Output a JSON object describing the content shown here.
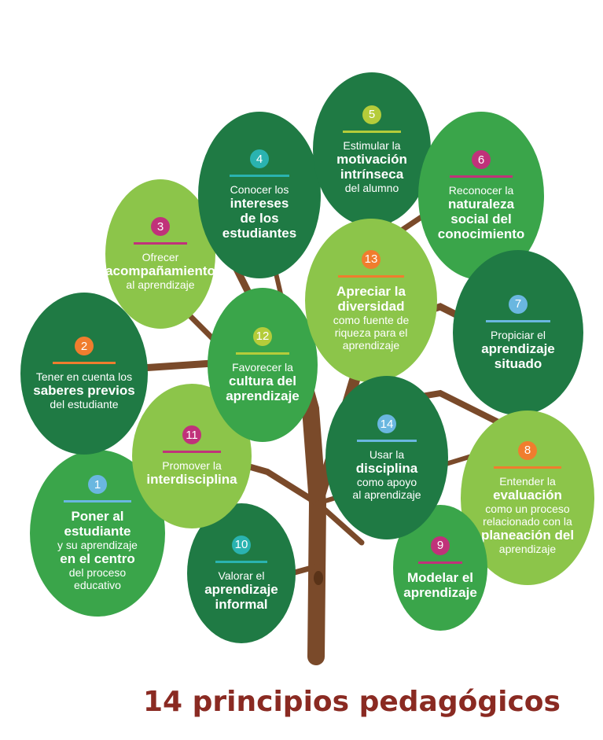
{
  "title": "14 principios pedagógicos",
  "colors": {
    "trunk": "#7a4a2a",
    "title": "#8a2a22"
  },
  "principles": [
    {
      "n": "1",
      "lines": [
        {
          "t": "Poner al estudiante",
          "b": true
        },
        {
          "t": "y su aprendizaje",
          "b": false
        },
        {
          "t": "en el centro",
          "b": true
        },
        {
          "t": "del proceso",
          "b": false
        },
        {
          "t": "educativo",
          "b": false
        }
      ],
      "badge": "#6ab7e0"
    },
    {
      "n": "2",
      "lines": [
        {
          "t": "Tener en cuenta los",
          "b": false
        },
        {
          "t": "saberes previos",
          "b": true
        },
        {
          "t": "del estudiante",
          "b": false
        }
      ],
      "badge": "#f07d2e"
    },
    {
      "n": "3",
      "lines": [
        {
          "t": "Ofrecer",
          "b": false
        },
        {
          "t": "acompañamiento",
          "b": true
        },
        {
          "t": "al aprendizaje",
          "b": false
        }
      ],
      "badge": "#c0327a"
    },
    {
      "n": "4",
      "lines": [
        {
          "t": "Conocer los",
          "b": false
        },
        {
          "t": "intereses",
          "b": true
        },
        {
          "t": "de los",
          "b": true
        },
        {
          "t": "estudiantes",
          "b": true
        }
      ],
      "badge": "#2ab3b0"
    },
    {
      "n": "5",
      "lines": [
        {
          "t": "Estimular la",
          "b": false
        },
        {
          "t": "motivación",
          "b": true
        },
        {
          "t": "intrínseca",
          "b": true
        },
        {
          "t": "del alumno",
          "b": false
        }
      ],
      "badge": "#b5cc3a"
    },
    {
      "n": "6",
      "lines": [
        {
          "t": "Reconocer la",
          "b": false
        },
        {
          "t": "naturaleza",
          "b": true
        },
        {
          "t": "social del",
          "b": true
        },
        {
          "t": "conocimiento",
          "b": true
        }
      ],
      "badge": "#c0327a"
    },
    {
      "n": "7",
      "lines": [
        {
          "t": "Propiciar el",
          "b": false
        },
        {
          "t": "aprendizaje",
          "b": true
        },
        {
          "t": "situado",
          "b": true
        }
      ],
      "badge": "#6ab7e0"
    },
    {
      "n": "8",
      "lines": [
        {
          "t": "Entender la",
          "b": false
        },
        {
          "t": "evaluación",
          "b": true
        },
        {
          "t": "como un proceso",
          "b": false
        },
        {
          "t": "relacionado con la",
          "b": false
        },
        {
          "t": "planeación del",
          "b": true
        },
        {
          "t": "aprendizaje",
          "b": false
        }
      ],
      "badge": "#f07d2e"
    },
    {
      "n": "9",
      "lines": [
        {
          "t": "Modelar el",
          "b": true
        },
        {
          "t": "aprendizaje",
          "b": true
        }
      ],
      "badge": "#c0327a"
    },
    {
      "n": "10",
      "lines": [
        {
          "t": "Valorar el",
          "b": false
        },
        {
          "t": "aprendizaje",
          "b": true
        },
        {
          "t": "informal",
          "b": true
        }
      ],
      "badge": "#2ab3b0"
    },
    {
      "n": "11",
      "lines": [
        {
          "t": "Promover la",
          "b": false
        },
        {
          "t": "interdisciplina",
          "b": true
        }
      ],
      "badge": "#c0327a"
    },
    {
      "n": "12",
      "lines": [
        {
          "t": "Favorecer la",
          "b": false
        },
        {
          "t": "cultura del",
          "b": true
        },
        {
          "t": "aprendizaje",
          "b": true
        }
      ],
      "badge": "#b5cc3a"
    },
    {
      "n": "13",
      "lines": [
        {
          "t": "Apreciar la",
          "b": true
        },
        {
          "t": "diversidad",
          "b": true
        },
        {
          "t": "como fuente de",
          "b": false
        },
        {
          "t": "riqueza para el",
          "b": false
        },
        {
          "t": "aprendizaje",
          "b": false
        }
      ],
      "badge": "#f07d2e"
    },
    {
      "n": "14",
      "lines": [
        {
          "t": "Usar la",
          "b": false
        },
        {
          "t": "disciplina",
          "b": true
        },
        {
          "t": "como apoyo",
          "b": false
        },
        {
          "t": "al aprendizaje",
          "b": false
        }
      ],
      "badge": "#6ab7e0"
    }
  ]
}
